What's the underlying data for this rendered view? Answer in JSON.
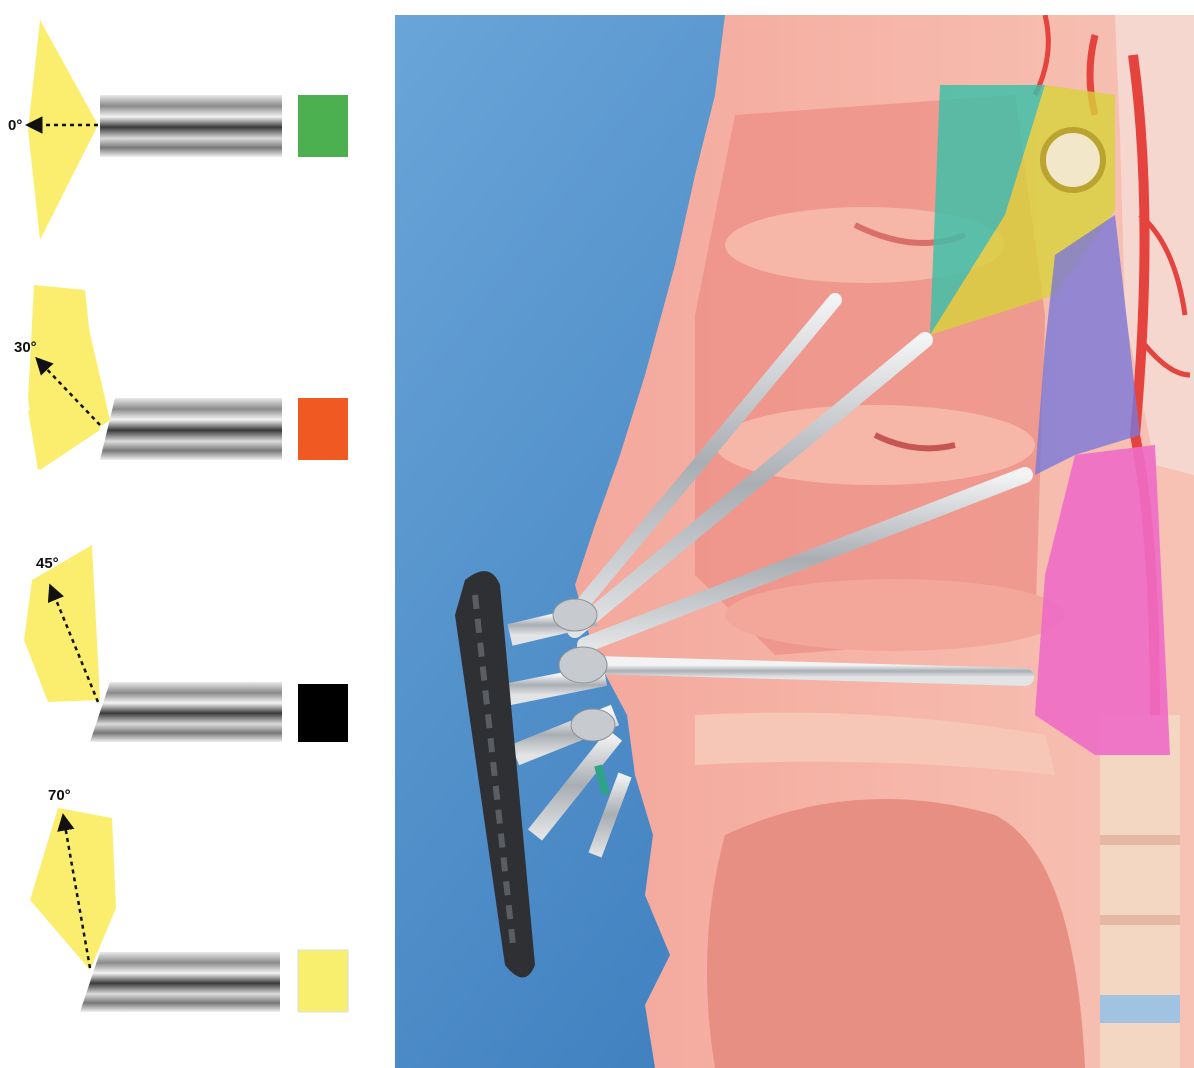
{
  "endoscopes": [
    {
      "angle": 0,
      "label": "0°",
      "color": "#4caf50"
    },
    {
      "angle": 30,
      "label": "30°",
      "color": "#f05a22"
    },
    {
      "angle": 45,
      "label": "45°",
      "color": "#000000"
    },
    {
      "angle": 70,
      "label": "70°",
      "color": "#f8ef6e"
    }
  ],
  "colors": {
    "field_of_view": "#fbee6f",
    "background_blue": "#3f82c2",
    "tissue_pink": "#f2a39a",
    "scope_grey": "#b8bcc0",
    "region_teal": "#3fbfa8",
    "region_yellow": "#d8d23a",
    "region_purple": "#7b78d8",
    "region_magenta": "#ee6cc6"
  }
}
